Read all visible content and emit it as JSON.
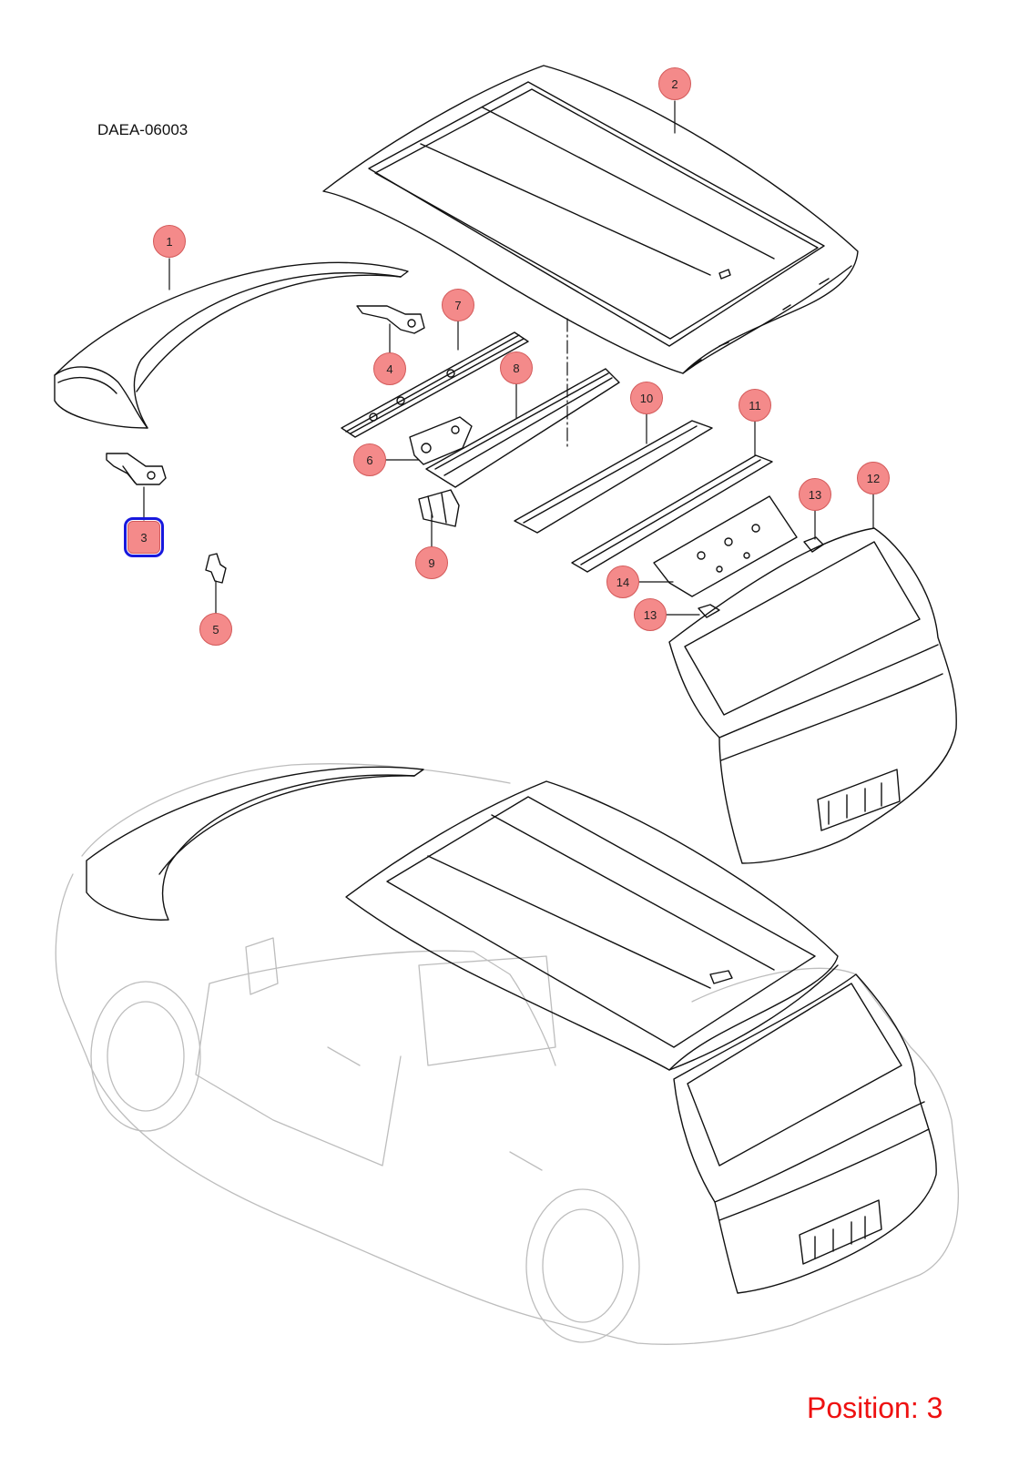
{
  "document_code": "DAEA-06003",
  "position_label": "Position: 3",
  "selected_position": "3",
  "colors": {
    "callout_fill": "#f48a8a",
    "selection": "#1818dd",
    "position_text": "#ee1111"
  },
  "callouts": [
    {
      "label": "1"
    },
    {
      "label": "2"
    },
    {
      "label": "3"
    },
    {
      "label": "4"
    },
    {
      "label": "5"
    },
    {
      "label": "6"
    },
    {
      "label": "7"
    },
    {
      "label": "8"
    },
    {
      "label": "9"
    },
    {
      "label": "10"
    },
    {
      "label": "11"
    },
    {
      "label": "12"
    },
    {
      "label": "13"
    },
    {
      "label": "13"
    },
    {
      "label": "14"
    }
  ]
}
